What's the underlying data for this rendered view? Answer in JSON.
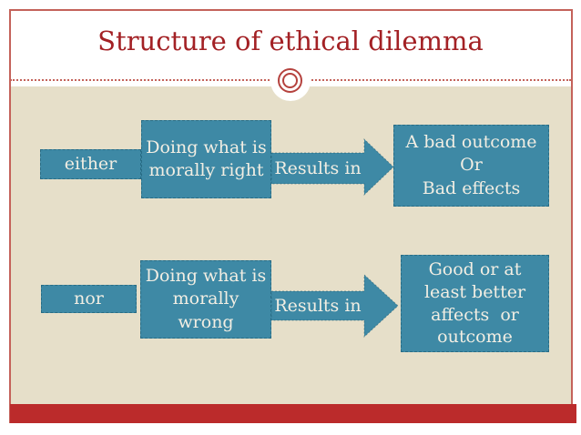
{
  "slide": {
    "title": "Structure of ethical dilemma"
  },
  "diagram": {
    "rows": [
      {
        "prefix": "either",
        "cause_lines": [
          "Doing what is",
          "morally right"
        ],
        "arrow_label": "Results in",
        "effect_lines": [
          "A bad outcome",
          "Or",
          "Bad effects"
        ]
      },
      {
        "prefix": "nor",
        "cause_lines": [
          "Doing what is",
          "morally",
          "wrong"
        ],
        "arrow_label": "Results in",
        "effect_lines": [
          "Good or at",
          "least better",
          "affects  or",
          "outcome"
        ]
      }
    ]
  },
  "colors": {
    "background_beige": "#e6dfc9",
    "box_teal": "#3e89a5",
    "title_red": "#a32125",
    "footer_bar_red": "#bb2b2b",
    "frame_line_red": "#c4625a",
    "ornament_red": "#b5423e"
  }
}
